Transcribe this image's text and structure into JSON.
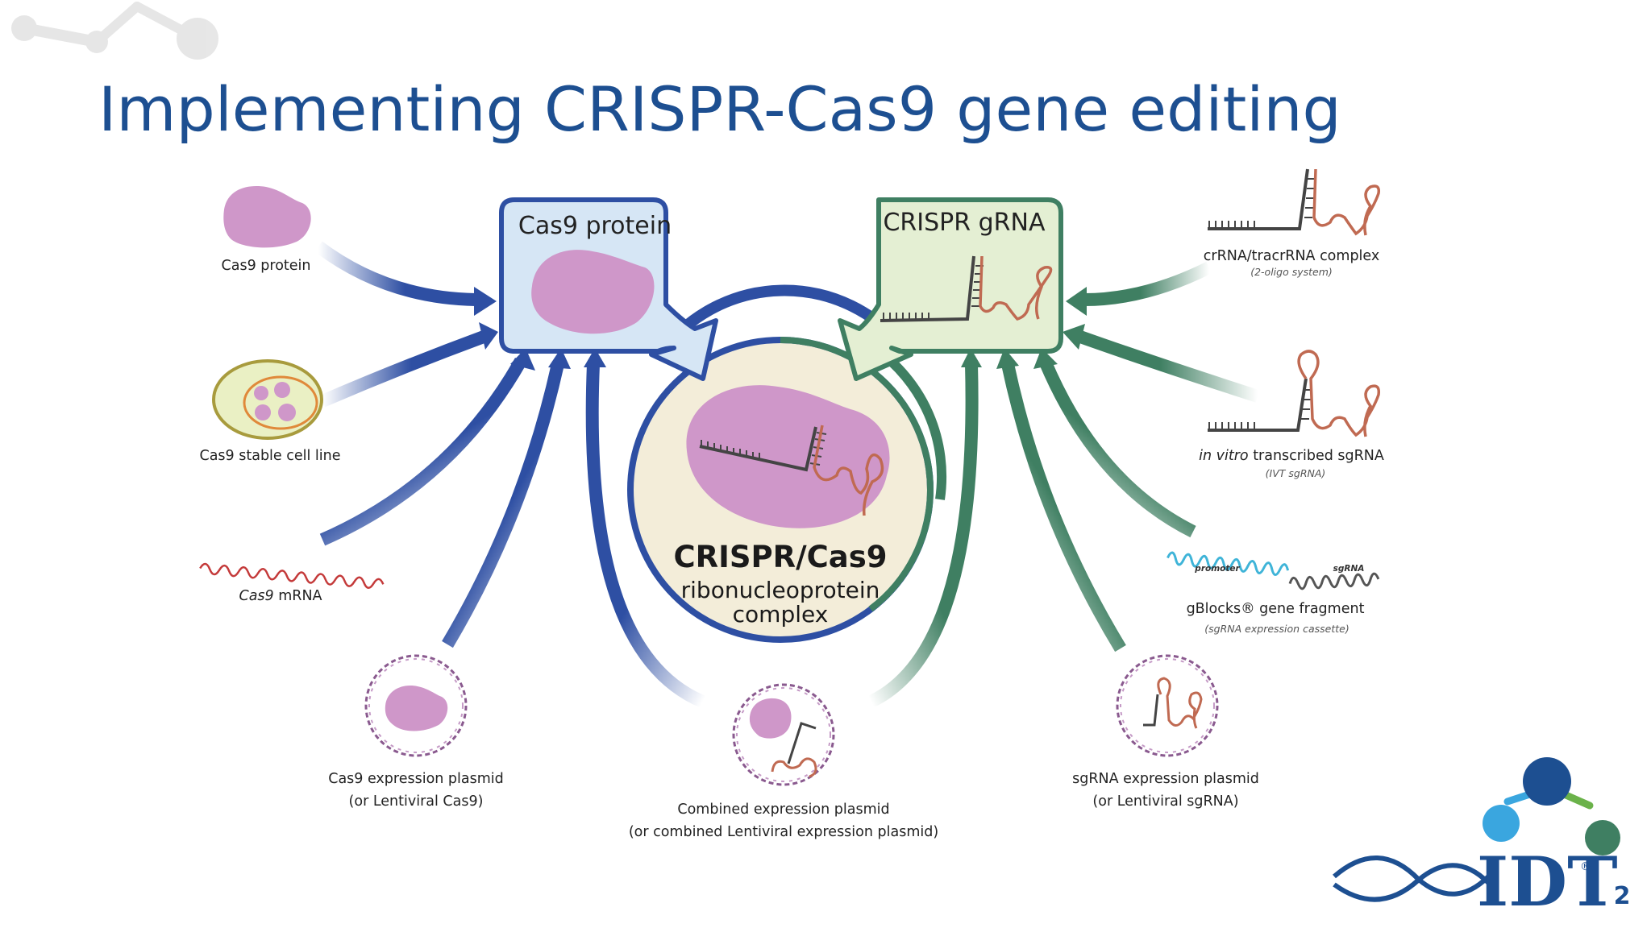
{
  "slide": {
    "title": "Implementing CRISPR-Cas9 gene editing",
    "page_number": "2"
  },
  "boxes": {
    "cas9_protein": "Cas9 protein",
    "crispr_grna": "CRISPR gRNA"
  },
  "center": {
    "title": "CRISPR/Cas9",
    "line1": "ribonucleoprotein",
    "line2": "complex"
  },
  "left_sources": {
    "protein": "Cas9 protein",
    "cell_line": "Cas9 stable cell line",
    "mrna_italic": "Cas9",
    "mrna_rest": " mRNA",
    "plasmid_line1": "Cas9 expression plasmid",
    "plasmid_line2": "(or Lentiviral Cas9)"
  },
  "right_sources": {
    "complex": "crRNA/tracrRNA complex",
    "complex_sub": "(2-oligo system)",
    "ivt_italic": "in vitro",
    "ivt_rest": " transcribed sgRNA",
    "ivt_sub": "(IVT sgRNA)",
    "promoter": "promoter",
    "sgrna": "sgRNA",
    "gblocks": "gBlocks® gene fragment",
    "gblocks_sub": "(sgRNA expression cassette)",
    "plasmid_line1": "sgRNA expression plasmid",
    "plasmid_line2": "(or Lentiviral sgRNA)"
  },
  "bottom_source": {
    "line1": "Combined expression plasmid",
    "line2": "(or combined Lentiviral expression plasmid)"
  },
  "logo": {
    "text": "IDT",
    "mark": "®"
  },
  "colors": {
    "title": "#1d4f91",
    "blue_arrow": "#2e4fa3",
    "green_arrow": "#3f7f62",
    "protein": "#cf97c9",
    "rna_orange": "#c06a52",
    "box_blue_fill": "#d6e6f5",
    "box_green_fill": "#e4efd3",
    "center_fill": "#f3edd9"
  }
}
